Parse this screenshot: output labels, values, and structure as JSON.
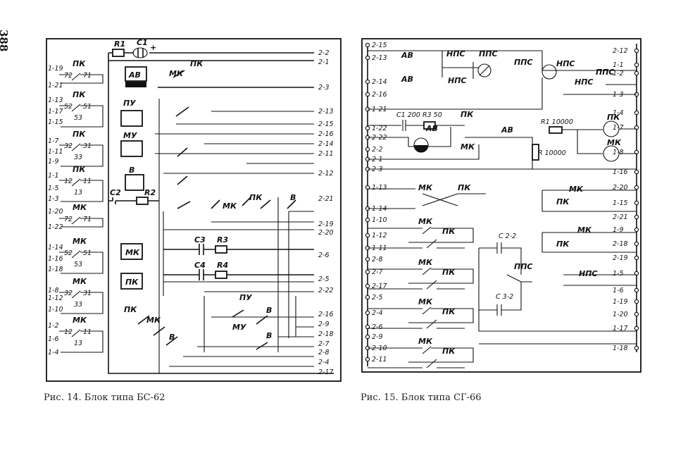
{
  "page_number": "388",
  "fig14": {
    "caption": "Рис. 14. Блок типа БС-62",
    "left_terminals": [
      "1-19",
      "1-21",
      "1-13",
      "1-17",
      "1-15",
      "1-7",
      "1-11",
      "1-9",
      "1-1",
      "1-5",
      "1-3",
      "1-20",
      "1-22",
      "1-14",
      "1-16",
      "1-18",
      "1-8",
      "1-12",
      "1-10",
      "1-2",
      "1-6",
      "1-4"
    ],
    "right_terminals": [
      "2-2",
      "2-1",
      "2-3",
      "2-13",
      "2-15",
      "2-16",
      "2-14",
      "2-11",
      "2-12",
      "2-21",
      "2-19",
      "2-20",
      "2-6",
      "2-5",
      "2-22",
      "2-16",
      "2-9",
      "2-18",
      "2-7",
      "2-8",
      "2-4",
      "2-17"
    ],
    "left_relays": [
      {
        "name": "ПК",
        "c1": "72",
        "c2": "71"
      },
      {
        "name": "ПК",
        "c1": "52",
        "c2": "51",
        "c3": "53"
      },
      {
        "name": "ПК",
        "c1": "32",
        "c2": "31",
        "c3": "33"
      },
      {
        "name": "ПК",
        "c1": "12",
        "c2": "11",
        "c3": "13"
      },
      {
        "name": "МК",
        "c1": "72",
        "c2": "71"
      },
      {
        "name": "МК",
        "c1": "52",
        "c2": "51",
        "c3": "53"
      },
      {
        "name": "МК",
        "c1": "32",
        "c2": "31",
        "c3": "33"
      },
      {
        "name": "МК",
        "c1": "12",
        "c2": "11",
        "c3": "13"
      }
    ],
    "components": {
      "r1": "R1",
      "c1": "C1",
      "c2": "C2",
      "r2": "R2",
      "c3": "C3",
      "r3": "R3",
      "c4": "C4",
      "r4": "R4",
      "av": "АВ",
      "pu": "ПУ",
      "mu": "МУ",
      "v": "В",
      "mk": "МК",
      "pk": "ПК"
    }
  },
  "fig15": {
    "caption": "Рис. 15. Блок типа СГ-66",
    "left_terminals": [
      "2-15",
      "2-13",
      "2-14",
      "2-16",
      "1-21",
      "1-22",
      "2-22",
      "2-2",
      "2-1",
      "2-3",
      "1-13",
      "1-14",
      "1-10",
      "1-12",
      "1-11",
      "2-8",
      "2-7",
      "2-17",
      "2-5",
      "2-4",
      "2-6",
      "2-9",
      "2-10",
      "2-11"
    ],
    "right_terminals": [
      "2-12",
      "1-1",
      "1-2",
      "1-3",
      "1-4",
      "1-7",
      "1-8",
      "1-16",
      "2-20",
      "1-15",
      "2-21",
      "1-9",
      "2-18",
      "2-19",
      "1-5",
      "1-6",
      "1-19",
      "1-20",
      "1-17",
      "1-18"
    ],
    "components": {
      "c1": "C1 200",
      "r3": "R3 50",
      "r1": "R1 10000",
      "r": "R 10000",
      "c22": "С 2-2",
      "c32": "С 3-2",
      "av": "АВ",
      "nps": "НПС",
      "pps": "ППС",
      "pk": "ПК",
      "mk": "МК"
    }
  }
}
